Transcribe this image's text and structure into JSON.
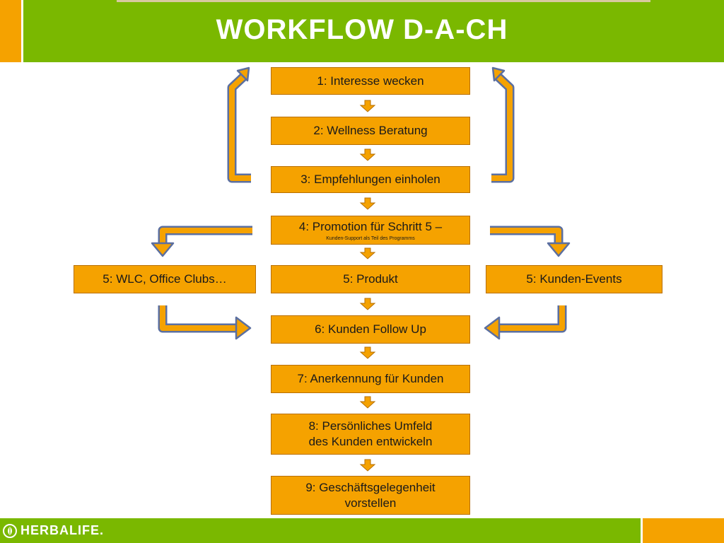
{
  "header": {
    "title": "WORKFLOW D-A-CH"
  },
  "steps": [
    {
      "label": "1: Interesse wecken"
    },
    {
      "label": "2: Wellness Beratung"
    },
    {
      "label": "3: Empfehlungen einholen"
    },
    {
      "label": "4: Promotion für Schritt 5 –",
      "sub": "Kunden-Support als Teil des Programms"
    },
    {
      "label": "5: WLC, Office Clubs…"
    },
    {
      "label": "5: Produkt"
    },
    {
      "label": "5: Kunden-Events"
    },
    {
      "label": "6: Kunden Follow Up"
    },
    {
      "label": "7: Anerkennung für Kunden"
    },
    {
      "label": "8: Persönliches Umfeld",
      "label2": "des Kunden entwickeln"
    },
    {
      "label": "9: Geschäftsgelegenheit",
      "label2": "vorstellen"
    }
  ],
  "footer": {
    "logo_text": "HERBALIFE."
  },
  "colors": {
    "header_green": "#7ab800",
    "accent_orange": "#f5a200",
    "arrow_outline": "#5b6fa0"
  }
}
